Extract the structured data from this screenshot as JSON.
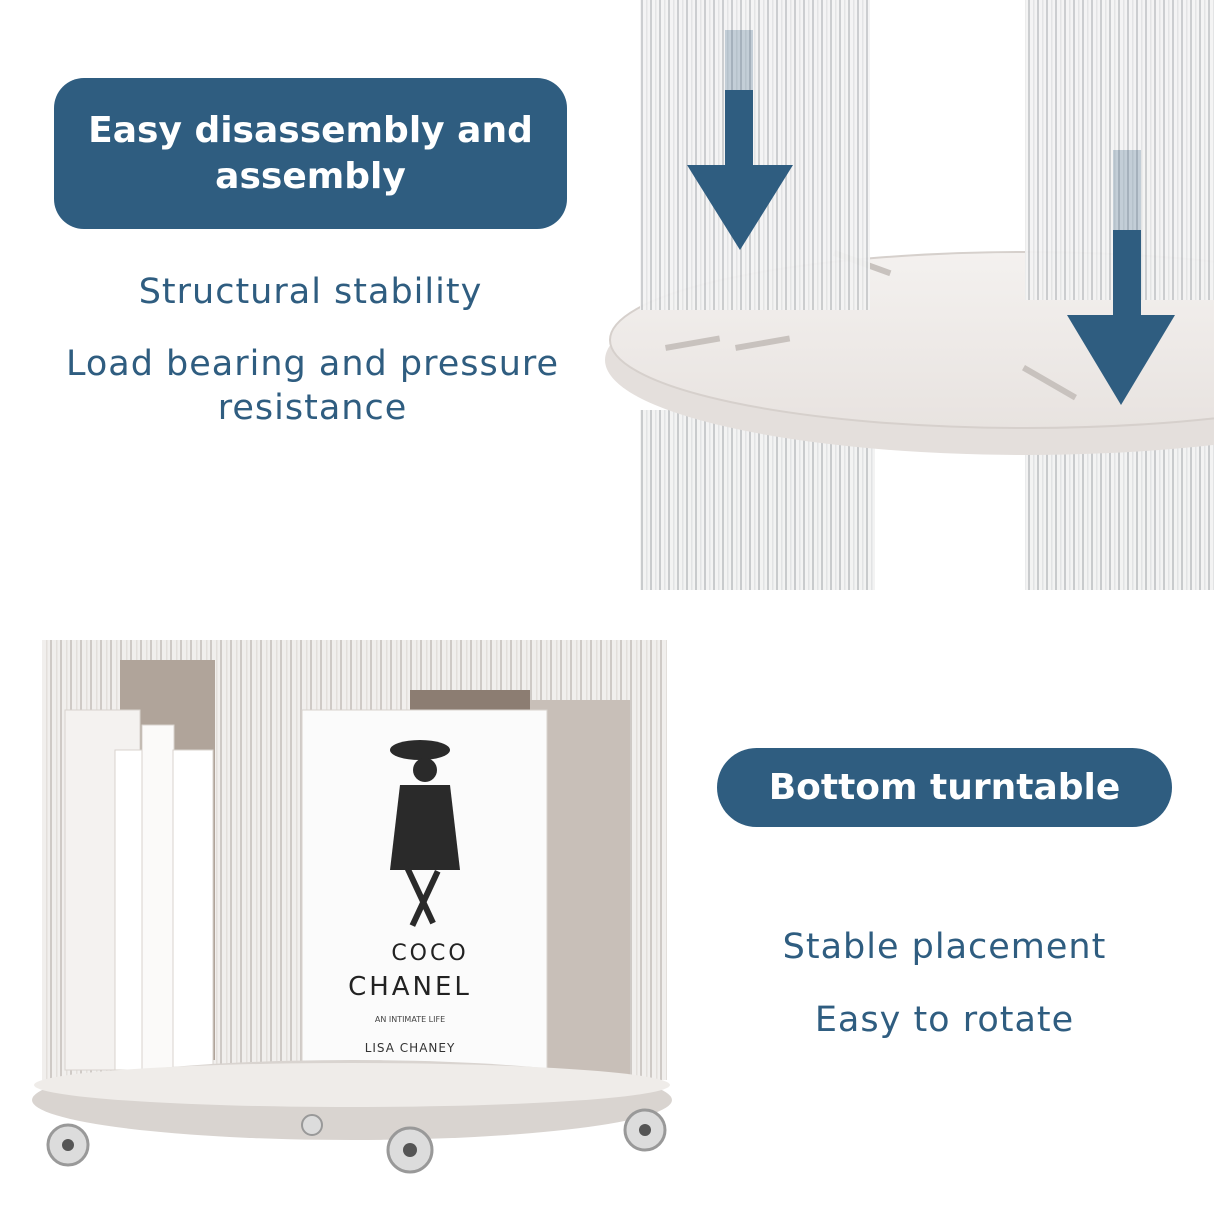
{
  "callouts": {
    "assembly_title": "Easy disassembly and assembly",
    "turntable_title": "Bottom turntable"
  },
  "features": {
    "structural": "Structural stability",
    "load": "Load bearing and pressure resistance",
    "stable": "Stable placement",
    "rotate": "Easy to rotate"
  },
  "book_cover": {
    "title_line_1": "COCO",
    "title_line_2": "CHANEL",
    "subtitle": "AN INTIMATE LIFE",
    "author": "LISA CHANEY"
  },
  "colors": {
    "accent": "#2f5d80",
    "background": "#ffffff"
  }
}
